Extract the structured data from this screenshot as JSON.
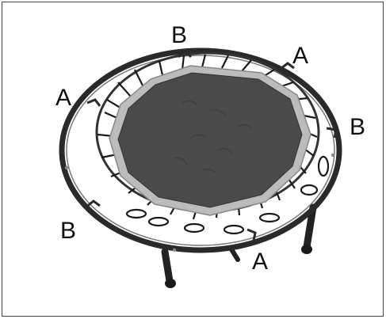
{
  "labels": {
    "b_top": "B",
    "a_top_right": "A",
    "a_left": "A",
    "b_right": "B",
    "b_bottom_left": "B",
    "a_bottom": "A"
  },
  "colors": {
    "frame_steel": "#2a2a2a",
    "mat": "#4a4a4a",
    "mat_edge": "#b8b8b8",
    "bungee": "#1a1a1a"
  }
}
